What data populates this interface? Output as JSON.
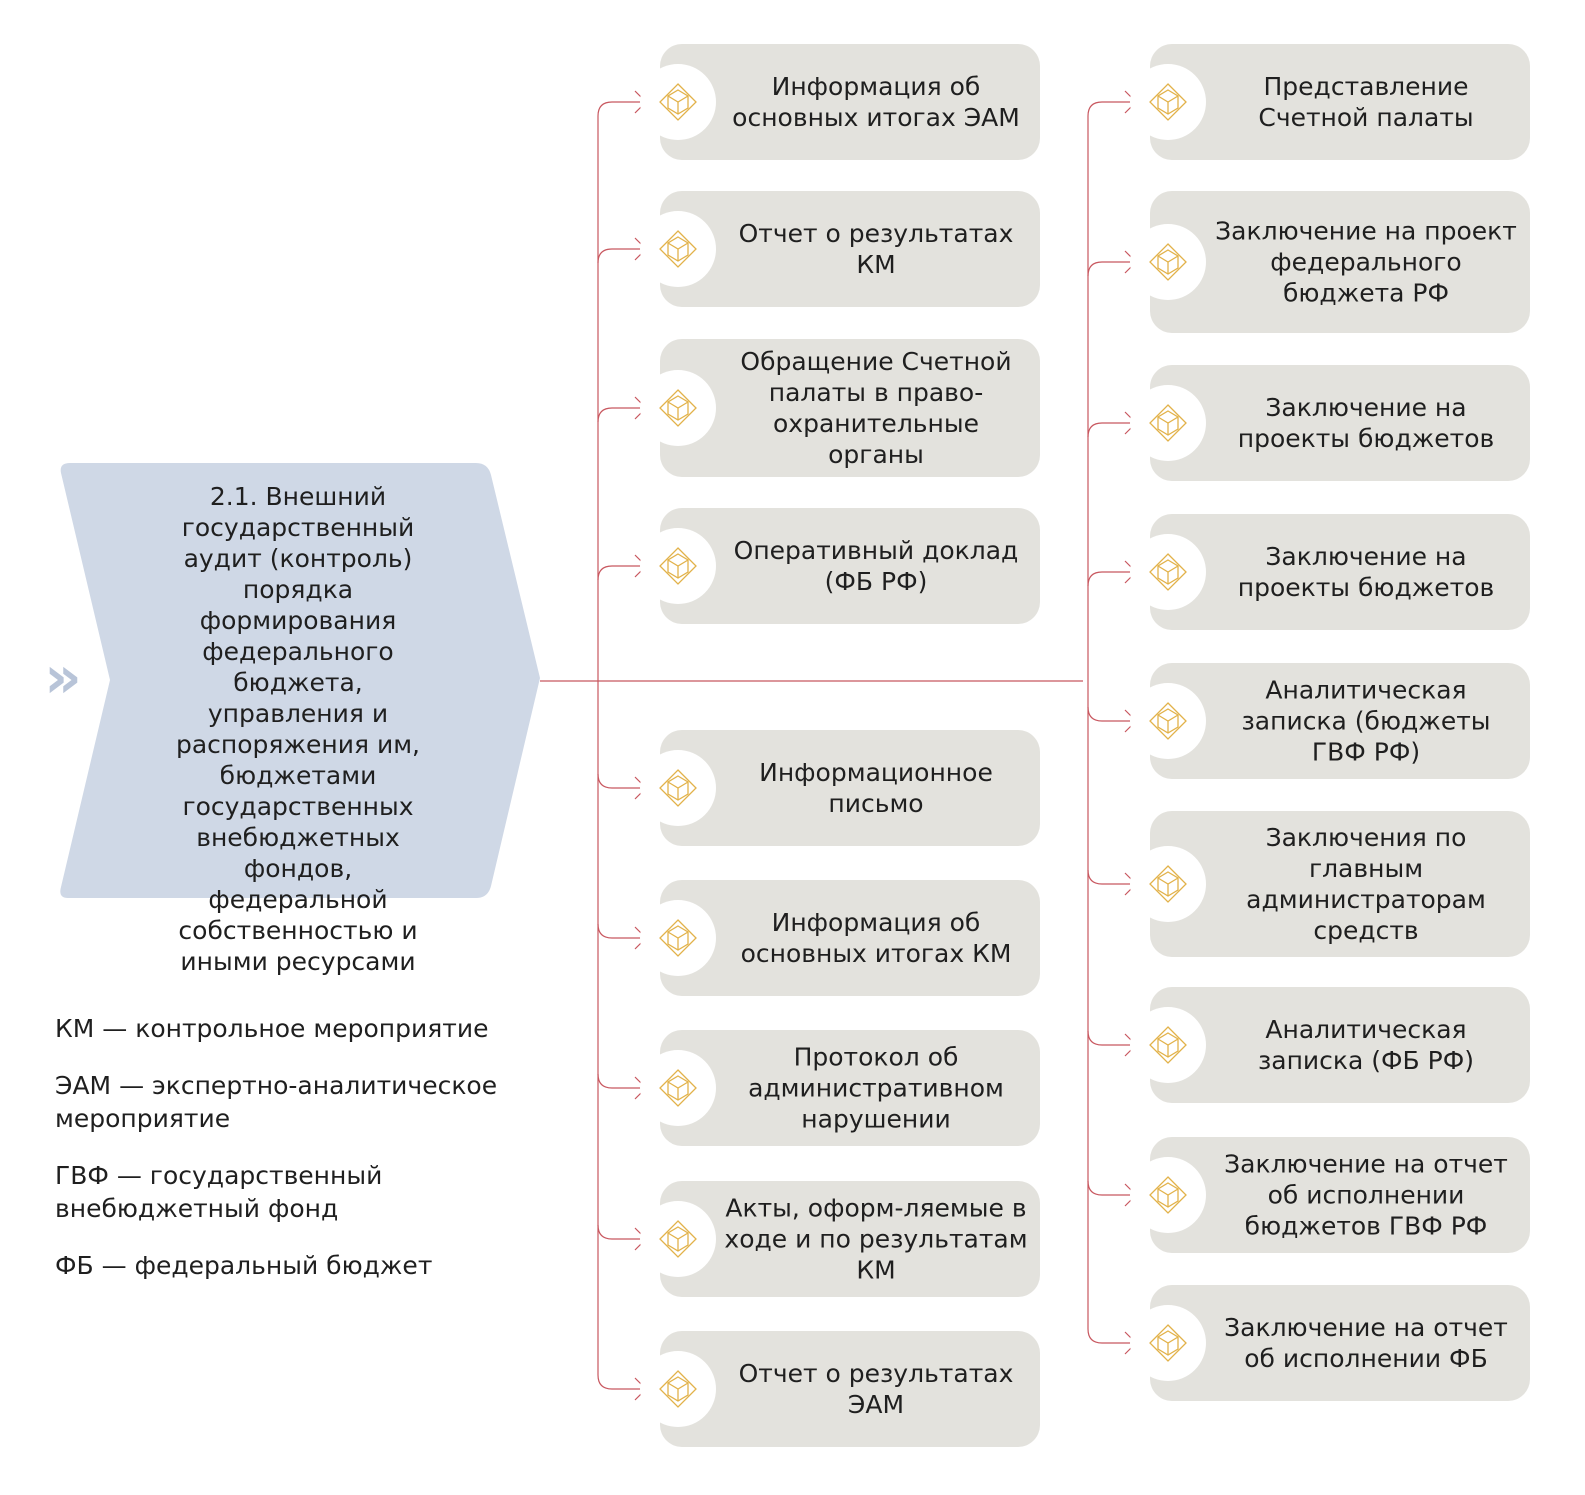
{
  "root": {
    "text": "2.1. Внешний государственный аудит (контроль) порядка формирования федерального бюджета, управления и распоряжения им, бюджетами государственных внебюджетных фондов, федеральной собственностью и иными ресурсами",
    "chevron_icon": "double-chevron-right-icon"
  },
  "left_column": [
    "Информация об основных итогах ЭАМ",
    "Отчет о результатах КМ",
    "Обращение Счетной палаты в право-охранительные органы",
    "Оперативный доклад (ФБ РФ)",
    "Информационное письмо",
    "Информация об основных итогах КМ",
    "Протокол об административном нарушении",
    "Акты, оформ-ляемые в ходе и по результатам КМ",
    "Отчет о результатах ЭАМ"
  ],
  "right_column": [
    "Представление Счетной палаты",
    "Заключение на проект федерального бюджета РФ",
    "Заключение на проекты бюджетов",
    "Заключение на проекты бюджетов",
    "Аналитическая записка (бюджеты ГВФ РФ)",
    "Заключения по главным администраторам средств",
    "Аналитическая записка (ФБ РФ)",
    "Заключение на отчет об исполнении бюджетов ГВФ РФ",
    "Заключение на отчет об исполнении ФБ"
  ],
  "legend": [
    "КМ — контрольное мероприятие",
    "ЭАМ — экспертно-аналитическое мероприятие",
    "ГВФ — государственный внебюджетный фонд",
    "ФБ — федеральный бюджет"
  ],
  "node_icon": "cube-icon",
  "colors": {
    "root_fill": "#cfd8e6",
    "node_fill": "#e3e2dd",
    "connector": "#c8575f",
    "icon_stroke": "#e2b24a",
    "chevron": "#b8c4d8"
  }
}
